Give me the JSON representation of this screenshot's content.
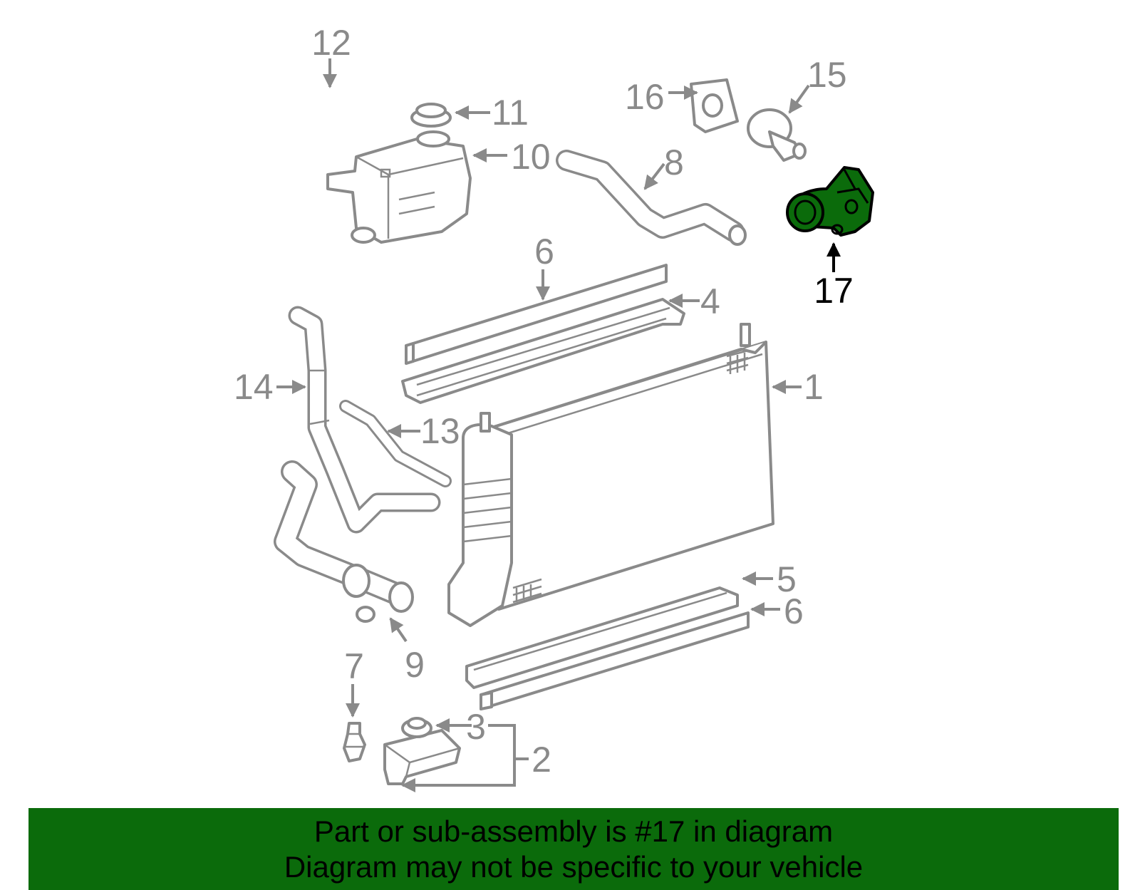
{
  "diagram": {
    "labels": {
      "p1": "1",
      "p2": "2",
      "p3": "3",
      "p4": "4",
      "p5": "5",
      "p6_top": "6",
      "p6_bottom": "6",
      "p7": "7",
      "p8": "8",
      "p9": "9",
      "p10": "10",
      "p11": "11",
      "p12": "12",
      "p13": "13",
      "p14": "14",
      "p15": "15",
      "p16": "16",
      "p17": "17"
    },
    "highlighted_part": "17",
    "colors": {
      "highlight": "#0b6b0b",
      "part_line": "#8a8a8a",
      "banner": "#0b6b0b"
    }
  },
  "banner": {
    "line1": "Part or sub-assembly is #17 in diagram",
    "line2": "Diagram may not be specific to your vehicle"
  }
}
